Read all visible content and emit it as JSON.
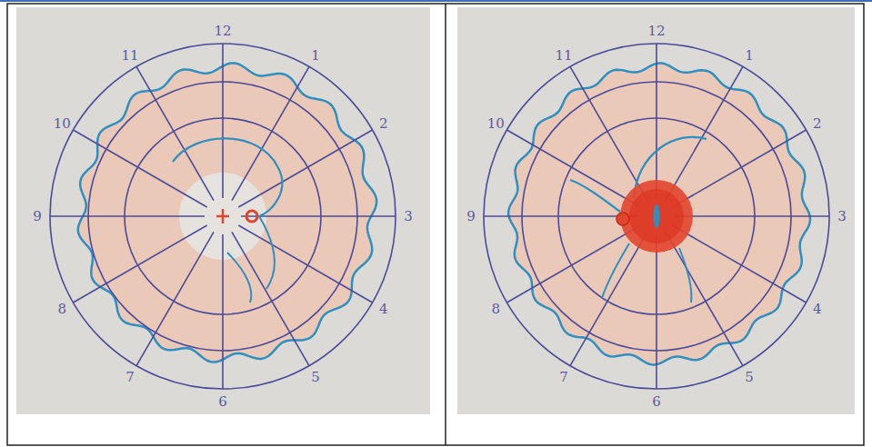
{
  "diagram": {
    "labels": [
      "12",
      "1",
      "2",
      "3",
      "4",
      "5",
      "6",
      "7",
      "8",
      "9",
      "10",
      "11",
      "12",
      "1",
      "2",
      "3",
      "4",
      "5",
      "6",
      "7",
      "8",
      "9",
      "10",
      "11"
    ]
  }
}
